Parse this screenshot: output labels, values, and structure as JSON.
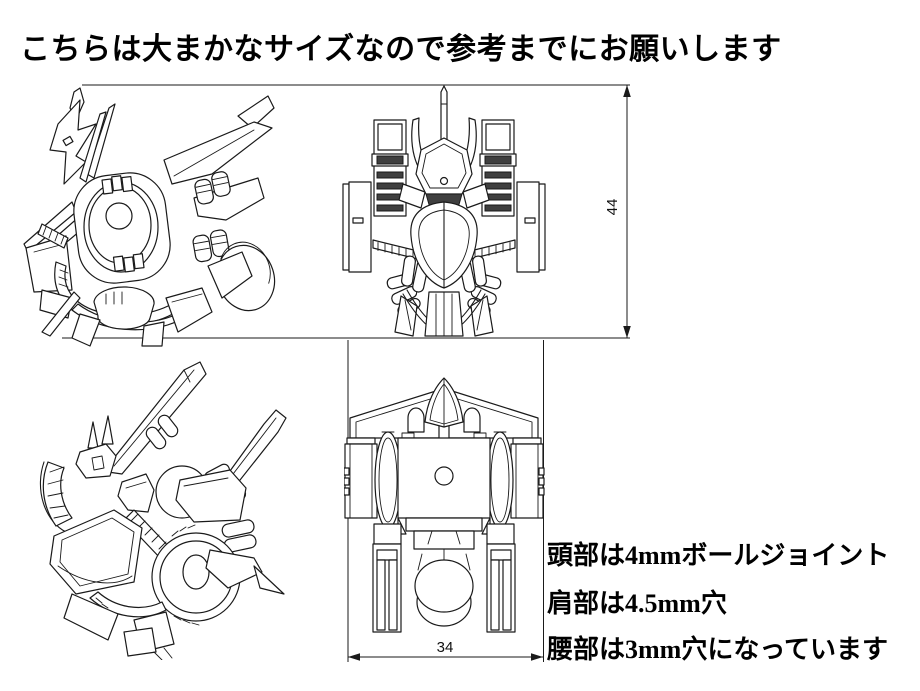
{
  "title": "こちらは大まかなサイズなので参考までにお願いします",
  "dimensions": {
    "height_label": "44",
    "width_label": "34"
  },
  "notes": {
    "head": "頭部は4mmボールジョイント",
    "shoulder": "肩部は4.5mm穴",
    "waist": "腰部は3mm穴になっています"
  },
  "colors": {
    "background": "#ffffff",
    "line": "#1a1a1a",
    "text": "#000000",
    "dark_detail": "#3f3f3f"
  }
}
